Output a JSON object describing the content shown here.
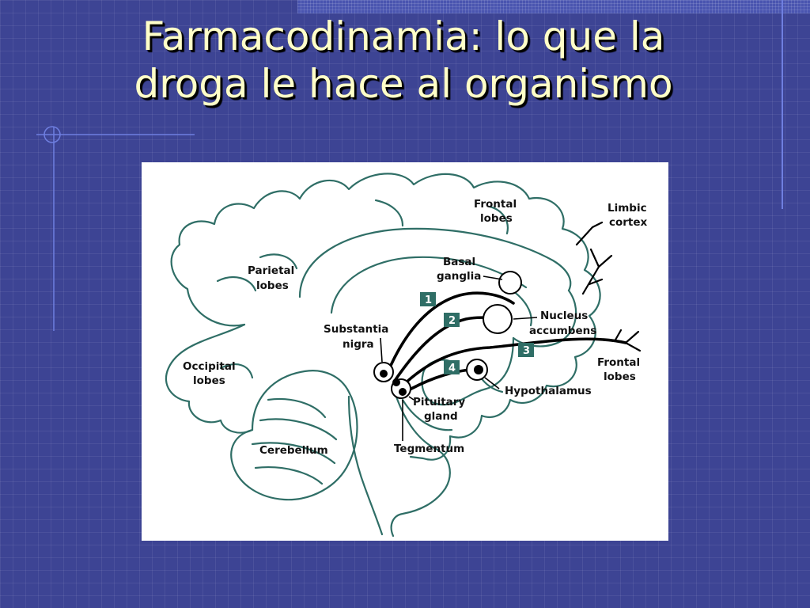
{
  "slide": {
    "title_line1": "Farmacodinamia: lo que la",
    "title_line2": "droga le hace al organismo"
  },
  "diagram": {
    "labels": {
      "frontal_lobes_top": [
        "Frontal",
        "lobes"
      ],
      "limbic_cortex": [
        "Limbic",
        "cortex"
      ],
      "parietal_lobes": [
        "Parietal",
        "lobes"
      ],
      "basal_ganglia": [
        "Basal",
        "ganglia"
      ],
      "substantia_nigra": [
        "Substantia",
        "nigra"
      ],
      "nucleus_accumbens": [
        "Nucleus",
        "accumbens"
      ],
      "occipital_lobes": [
        "Occipital",
        "lobes"
      ],
      "frontal_lobes_right": [
        "Frontal",
        "lobes"
      ],
      "hypothalamus": "Hypothalamus",
      "pituitary_gland": [
        "Pituitary",
        "gland"
      ],
      "cerebellum": "Cerebellum",
      "tegmentum": "Tegmentum"
    },
    "pathway_numbers": [
      "1",
      "2",
      "3",
      "4"
    ]
  },
  "colors": {
    "background": "#3d4494",
    "title": "#ffffc8",
    "outline": "#2f6e66",
    "number_box": "#2f6e66",
    "pathway": "#000000"
  }
}
